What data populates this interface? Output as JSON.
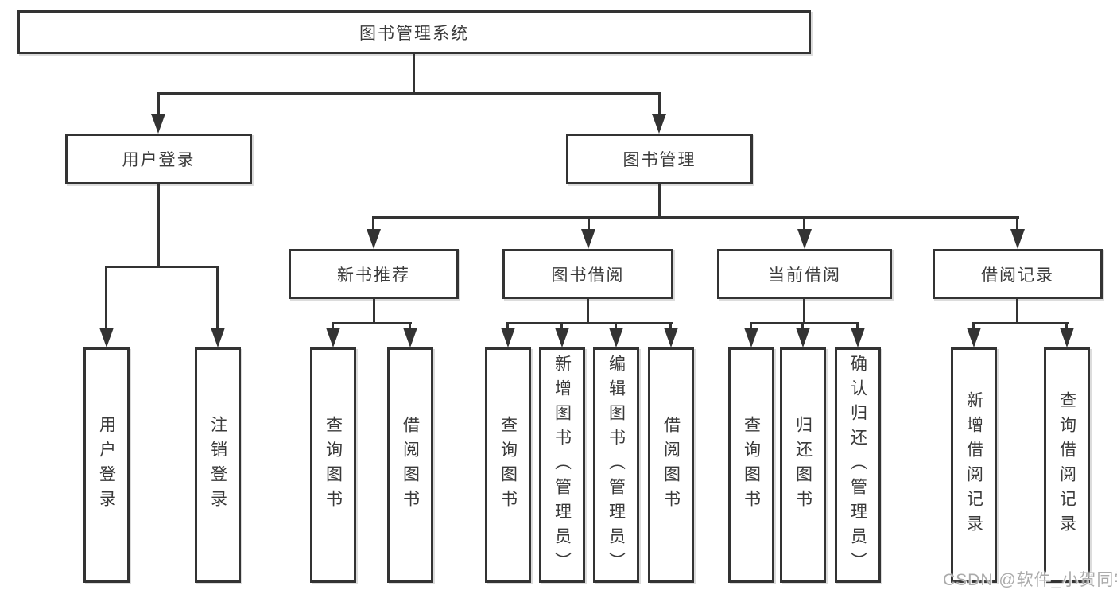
{
  "colors": {
    "line": "#333333",
    "text": "#3a3a3a",
    "watermark": "#ababab",
    "background": "#ffffff"
  },
  "watermark": {
    "text": "CSDN @软件_小贺同学"
  },
  "tree": {
    "root": {
      "label": "图书管理系统",
      "children": [
        {
          "label": "用户登录",
          "children": [
            {
              "label": "用户登录"
            },
            {
              "label": "注销登录"
            }
          ]
        },
        {
          "label": "图书管理",
          "children": [
            {
              "label": "新书推荐",
              "children": [
                {
                  "label": "查询图书"
                },
                {
                  "label": "借阅图书"
                }
              ]
            },
            {
              "label": "图书借阅",
              "children": [
                {
                  "label": "查询图书"
                },
                {
                  "label": "新增图书（管理员）"
                },
                {
                  "label": "编辑图书（管理员）"
                },
                {
                  "label": "借阅图书"
                }
              ]
            },
            {
              "label": "当前借阅",
              "children": [
                {
                  "label": "查询图书"
                },
                {
                  "label": "归还图书"
                },
                {
                  "label": "确认归还（管理员）"
                }
              ]
            },
            {
              "label": "借阅记录",
              "children": [
                {
                  "label": "新增借阅记录"
                },
                {
                  "label": "查询借阅记录"
                }
              ]
            }
          ]
        }
      ]
    }
  }
}
